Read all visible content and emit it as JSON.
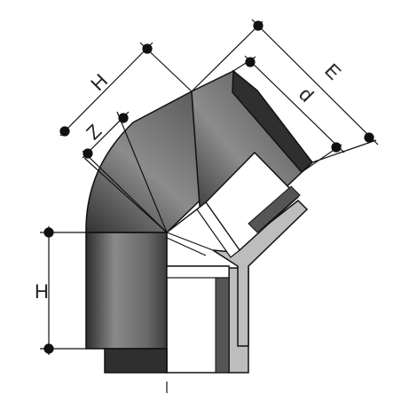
{
  "labels": {
    "h_top": "H",
    "z": "Z",
    "e": "E",
    "d": "d",
    "h_left": "H"
  },
  "colors": {
    "background": "#ffffff",
    "line": "#111111",
    "body_dark": "#3a3a3a",
    "body_mid": "#6f6f6f",
    "body_light": "#9a9a9a",
    "socket_fill": "#bdbdbd",
    "insert_dark": "#444444"
  }
}
